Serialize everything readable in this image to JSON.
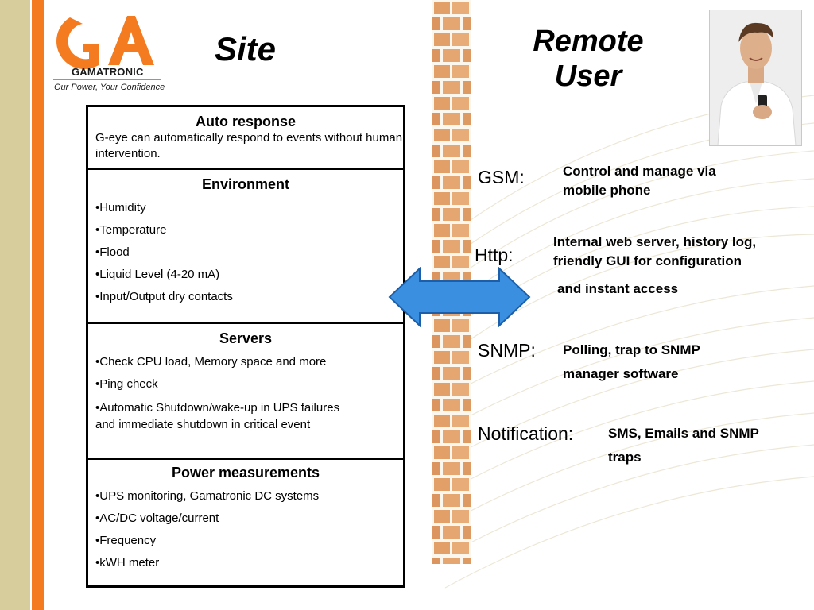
{
  "logo": {
    "name": "GAMATRONIC",
    "tagline": "Our Power, Your Confidence"
  },
  "site_title": "Site",
  "remote_title": [
    "Remote",
    "User"
  ],
  "colors": {
    "accent_orange": "#f47b20",
    "left_band": "#d6cc9c",
    "arrow_blue": "#3b8fe0",
    "brick": "#e0a36b"
  },
  "auto_response": {
    "heading": "Auto response",
    "text": "G-eye can automatically respond to events without human intervention."
  },
  "environment": {
    "heading": "Environment",
    "items": [
      "•Humidity",
      "•Temperature",
      "•Flood",
      "•Liquid Level (4-20 mA)",
      "•Input/Output dry contacts"
    ]
  },
  "servers": {
    "heading": "Servers",
    "items": [
      "•Check CPU load, Memory space and more",
      "•Ping check",
      "•Automatic Shutdown/wake-up in UPS failures and immediate shutdown in critical event"
    ]
  },
  "power": {
    "heading": "Power measurements",
    "items": [
      "•UPS monitoring, Gamatronic DC systems",
      "•AC/DC voltage/current",
      "•Frequency",
      "•kWH meter"
    ]
  },
  "channels": {
    "gsm": {
      "label": "GSM:",
      "desc": "Control and manage via mobile phone"
    },
    "http": {
      "label": "Http:",
      "desc": "Internal web server, history log, friendly GUI for configuration",
      "desc2": "and instant access"
    },
    "snmp": {
      "label": "SNMP:",
      "desc": "Polling, trap to SNMP",
      "desc2": "manager software"
    },
    "notification": {
      "label": "Notification:",
      "desc": "SMS, Emails and SNMP",
      "desc2": "traps"
    }
  }
}
